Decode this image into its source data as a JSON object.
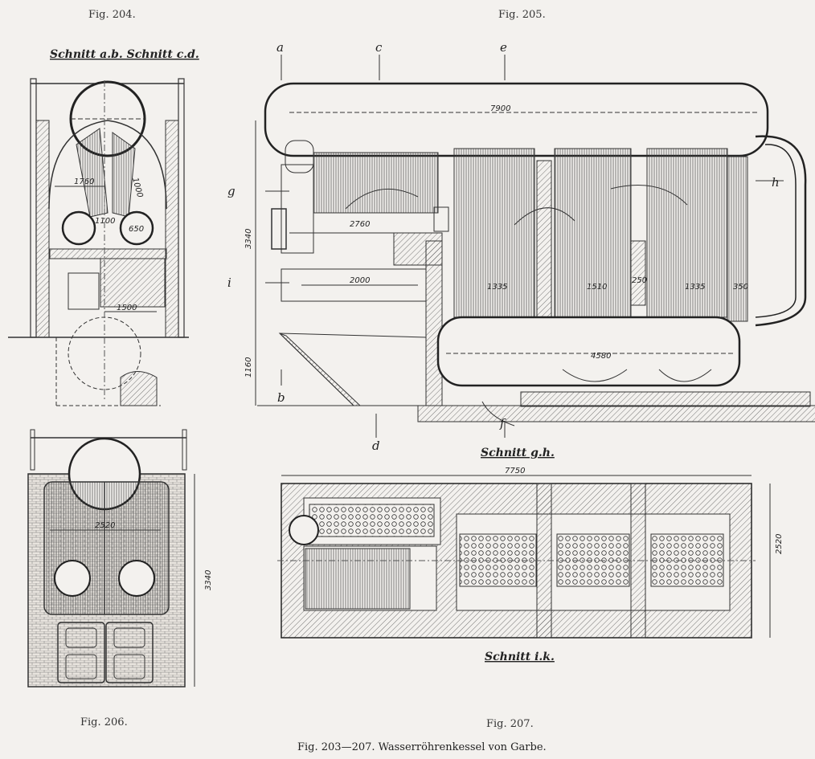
{
  "figures": {
    "fig204": "Fig. 204.",
    "fig205": "Fig. 205.",
    "fig206": "Fig. 206.",
    "fig207": "Fig. 207."
  },
  "section_titles": {
    "schnitt_ab_cd": "Schnitt a.b. Schnitt c.d.",
    "schnitt_gh": "Schnitt g.h.",
    "schnitt_ik": "Schnitt i.k."
  },
  "section_markers": [
    "a",
    "c",
    "e",
    "g",
    "i",
    "b",
    "d",
    "f",
    "h"
  ],
  "dimensions": {
    "fig204": [
      "1760",
      "1000",
      "1100",
      "650",
      "1500"
    ],
    "fig205": [
      "7900",
      "3340",
      "2760",
      "2000",
      "1335",
      "1510",
      "250",
      "1335",
      "350",
      "4580",
      "1160"
    ],
    "fig206": [
      "2520",
      "3340"
    ],
    "fig207": [
      "7750",
      "2520"
    ]
  },
  "caption": "Fig. 203—207. Wasserröhrenkessel von Garbe."
}
